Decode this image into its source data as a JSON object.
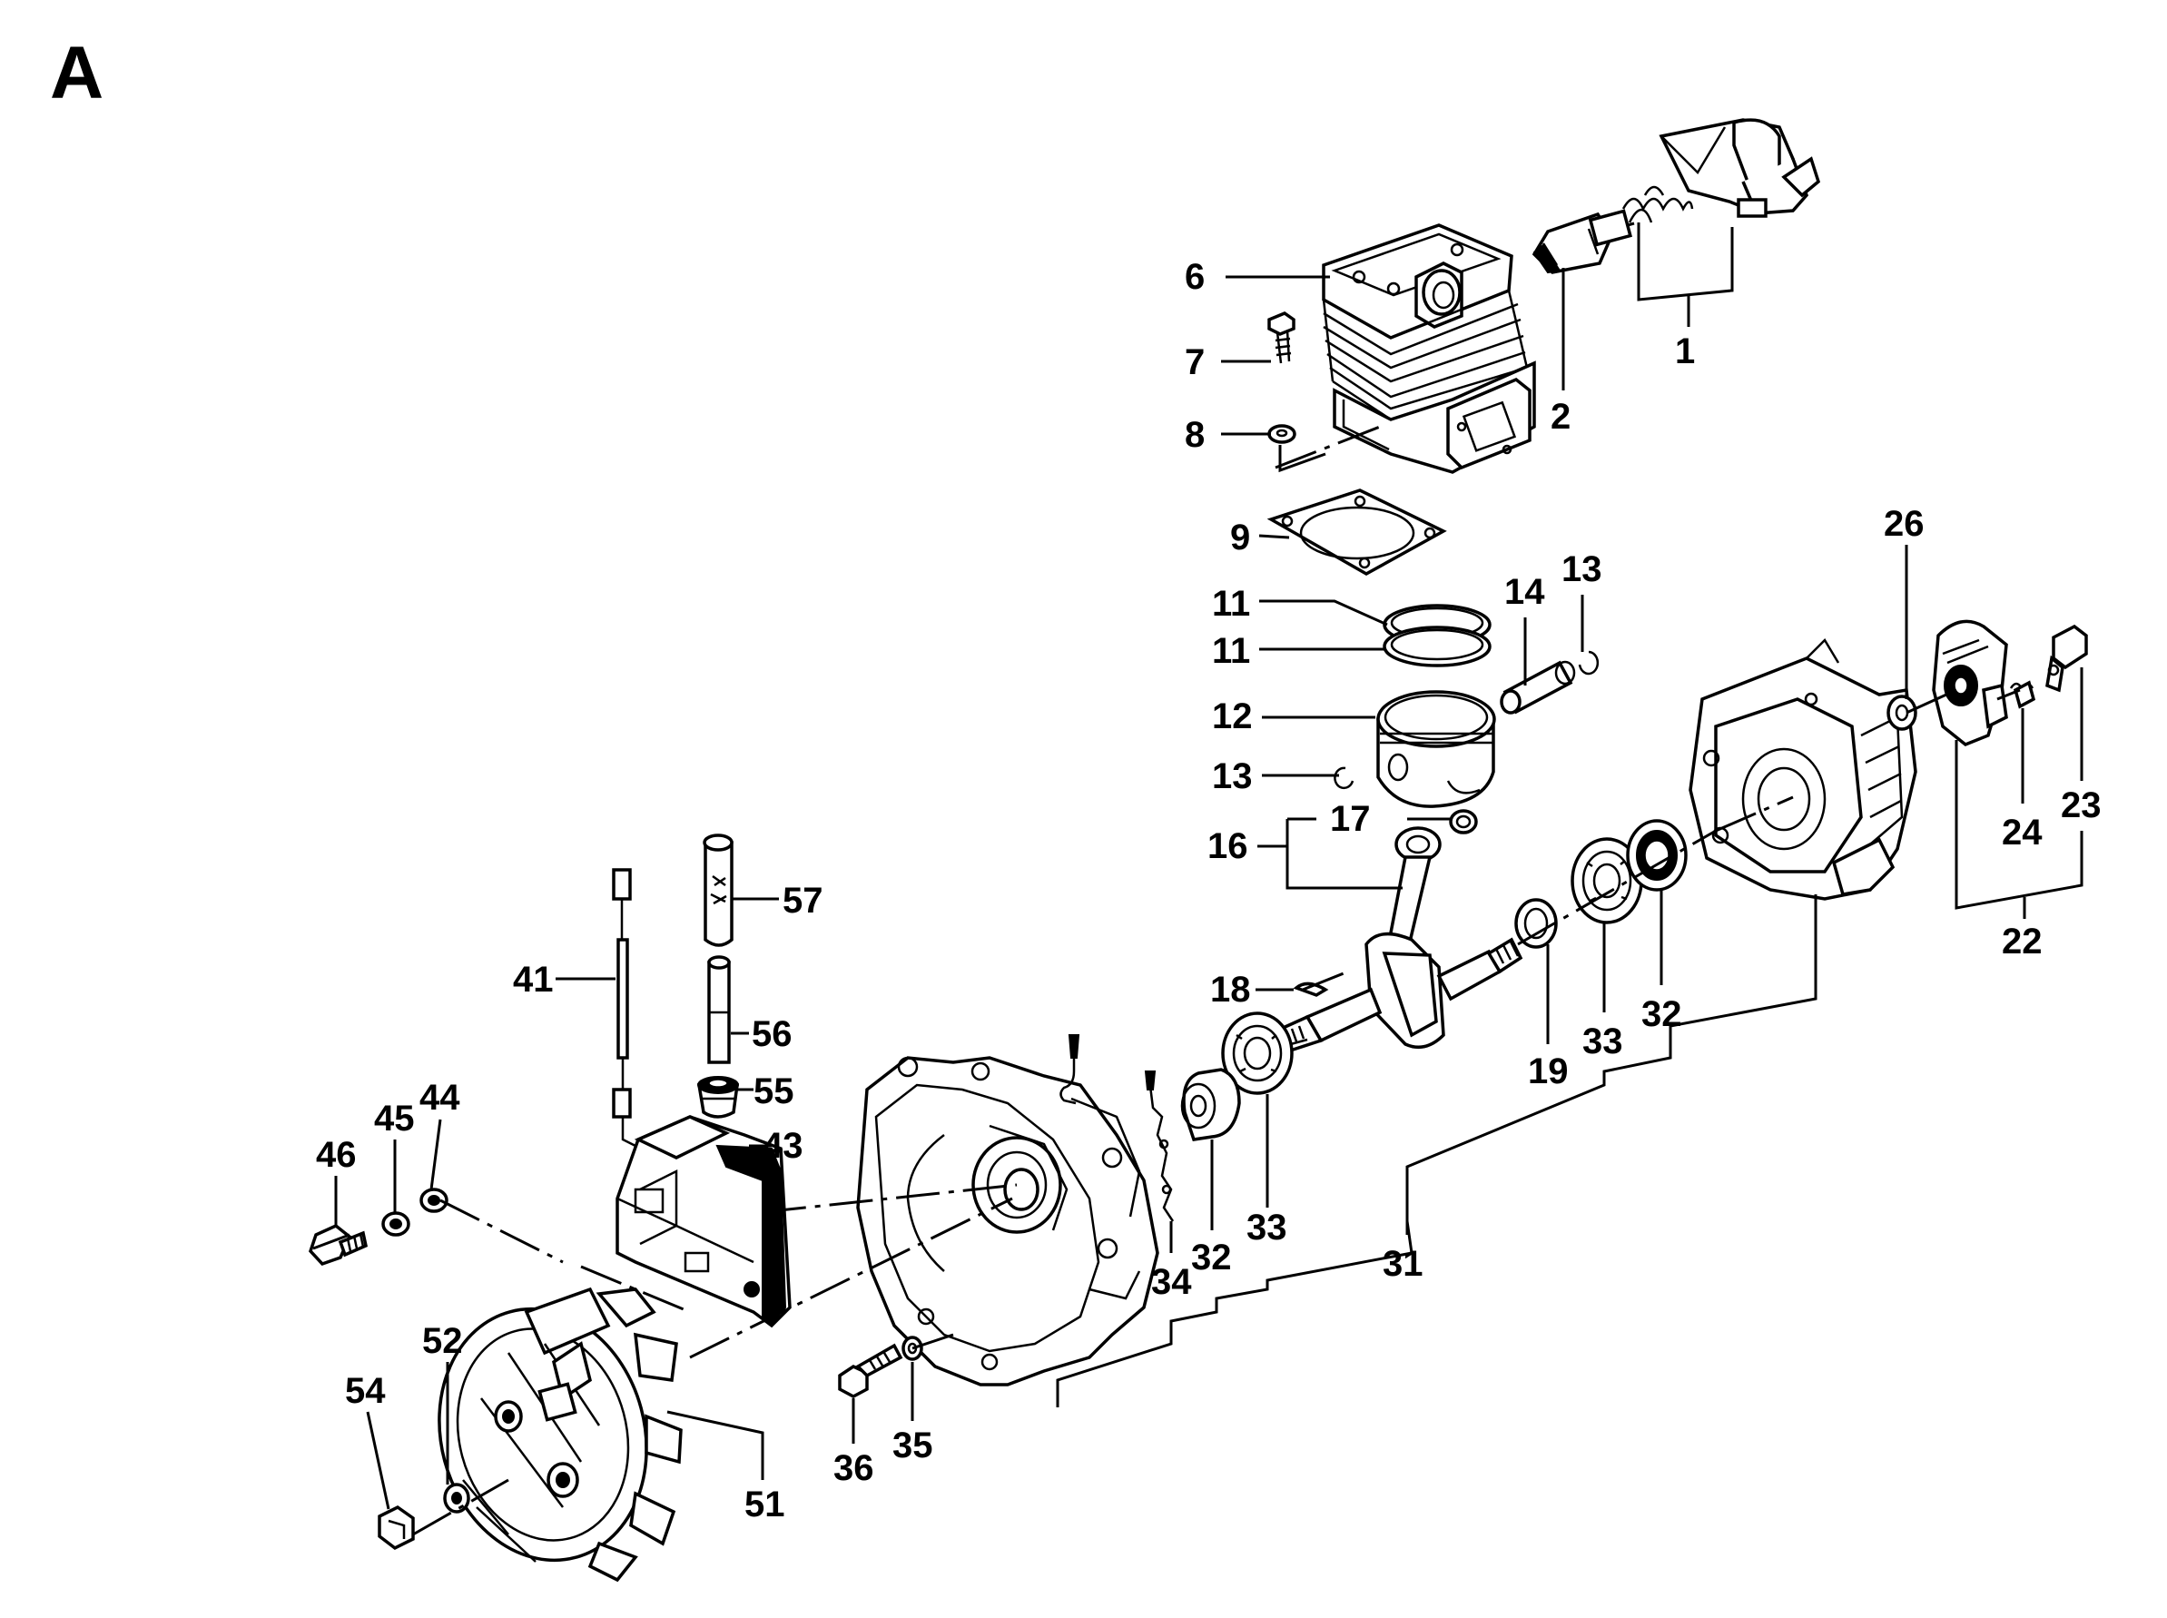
{
  "section_label": "A",
  "callouts": [
    {
      "id": "c1",
      "text": "1"
    },
    {
      "id": "c2",
      "text": "2"
    },
    {
      "id": "c6",
      "text": "6"
    },
    {
      "id": "c7",
      "text": "7"
    },
    {
      "id": "c8",
      "text": "8"
    },
    {
      "id": "c9",
      "text": "9"
    },
    {
      "id": "c11a",
      "text": "11"
    },
    {
      "id": "c11b",
      "text": "11"
    },
    {
      "id": "c12",
      "text": "12"
    },
    {
      "id": "c13a",
      "text": "13"
    },
    {
      "id": "c13b",
      "text": "13"
    },
    {
      "id": "c14",
      "text": "14"
    },
    {
      "id": "c16",
      "text": "16"
    },
    {
      "id": "c17",
      "text": "17"
    },
    {
      "id": "c18",
      "text": "18"
    },
    {
      "id": "c19",
      "text": "19"
    },
    {
      "id": "c22",
      "text": "22"
    },
    {
      "id": "c23",
      "text": "23"
    },
    {
      "id": "c24",
      "text": "24"
    },
    {
      "id": "c26",
      "text": "26"
    },
    {
      "id": "c31",
      "text": "31"
    },
    {
      "id": "c32a",
      "text": "32"
    },
    {
      "id": "c32b",
      "text": "32"
    },
    {
      "id": "c33a",
      "text": "33"
    },
    {
      "id": "c33b",
      "text": "33"
    },
    {
      "id": "c34",
      "text": "34"
    },
    {
      "id": "c35",
      "text": "35"
    },
    {
      "id": "c36",
      "text": "36"
    },
    {
      "id": "c41",
      "text": "41"
    },
    {
      "id": "c43",
      "text": "43"
    },
    {
      "id": "c44",
      "text": "44"
    },
    {
      "id": "c45",
      "text": "45"
    },
    {
      "id": "c46",
      "text": "46"
    },
    {
      "id": "c51",
      "text": "51"
    },
    {
      "id": "c52",
      "text": "52"
    },
    {
      "id": "c54",
      "text": "54"
    },
    {
      "id": "c55",
      "text": "55"
    },
    {
      "id": "c56",
      "text": "56"
    },
    {
      "id": "c57",
      "text": "57"
    }
  ]
}
